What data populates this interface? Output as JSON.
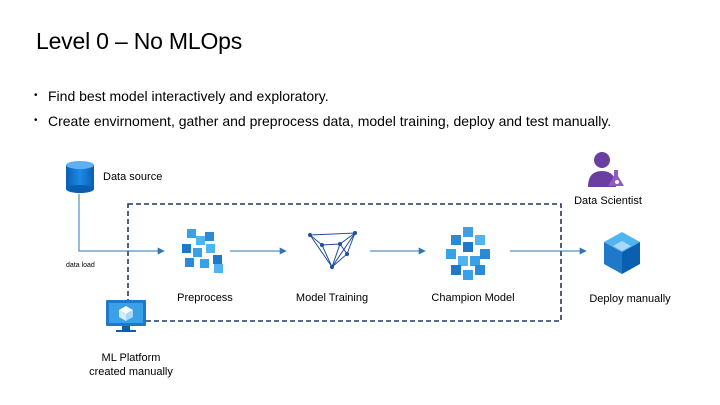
{
  "slide": {
    "title": "Level 0 – No MLOps",
    "bullets": [
      "Find best model interactively and exploratory.",
      "Create envirnoment, gather and preprocess data, model training, deploy and test manually."
    ]
  },
  "diagram": {
    "nodes": {
      "data_source": "Data source",
      "data_load": "data load",
      "ml_platform_line1": "ML Platform",
      "ml_platform_line2": "created manually",
      "preprocess": "Preprocess",
      "model_training": "Model Training",
      "champion_model": "Champion Model",
      "data_scientist": "Data Scientist",
      "deploy": "Deploy manually"
    },
    "icons": [
      "database-icon",
      "preprocess-cubes-icon",
      "neural-network-icon",
      "champion-cubes-icon",
      "scientist-icon",
      "deploy-cube-icon",
      "ml-platform-monitor-icon"
    ],
    "colors": {
      "accent": "#0078d4",
      "border": "#1f3864",
      "arrow": "#2e75b6",
      "purple": "#6b3fa0"
    }
  }
}
